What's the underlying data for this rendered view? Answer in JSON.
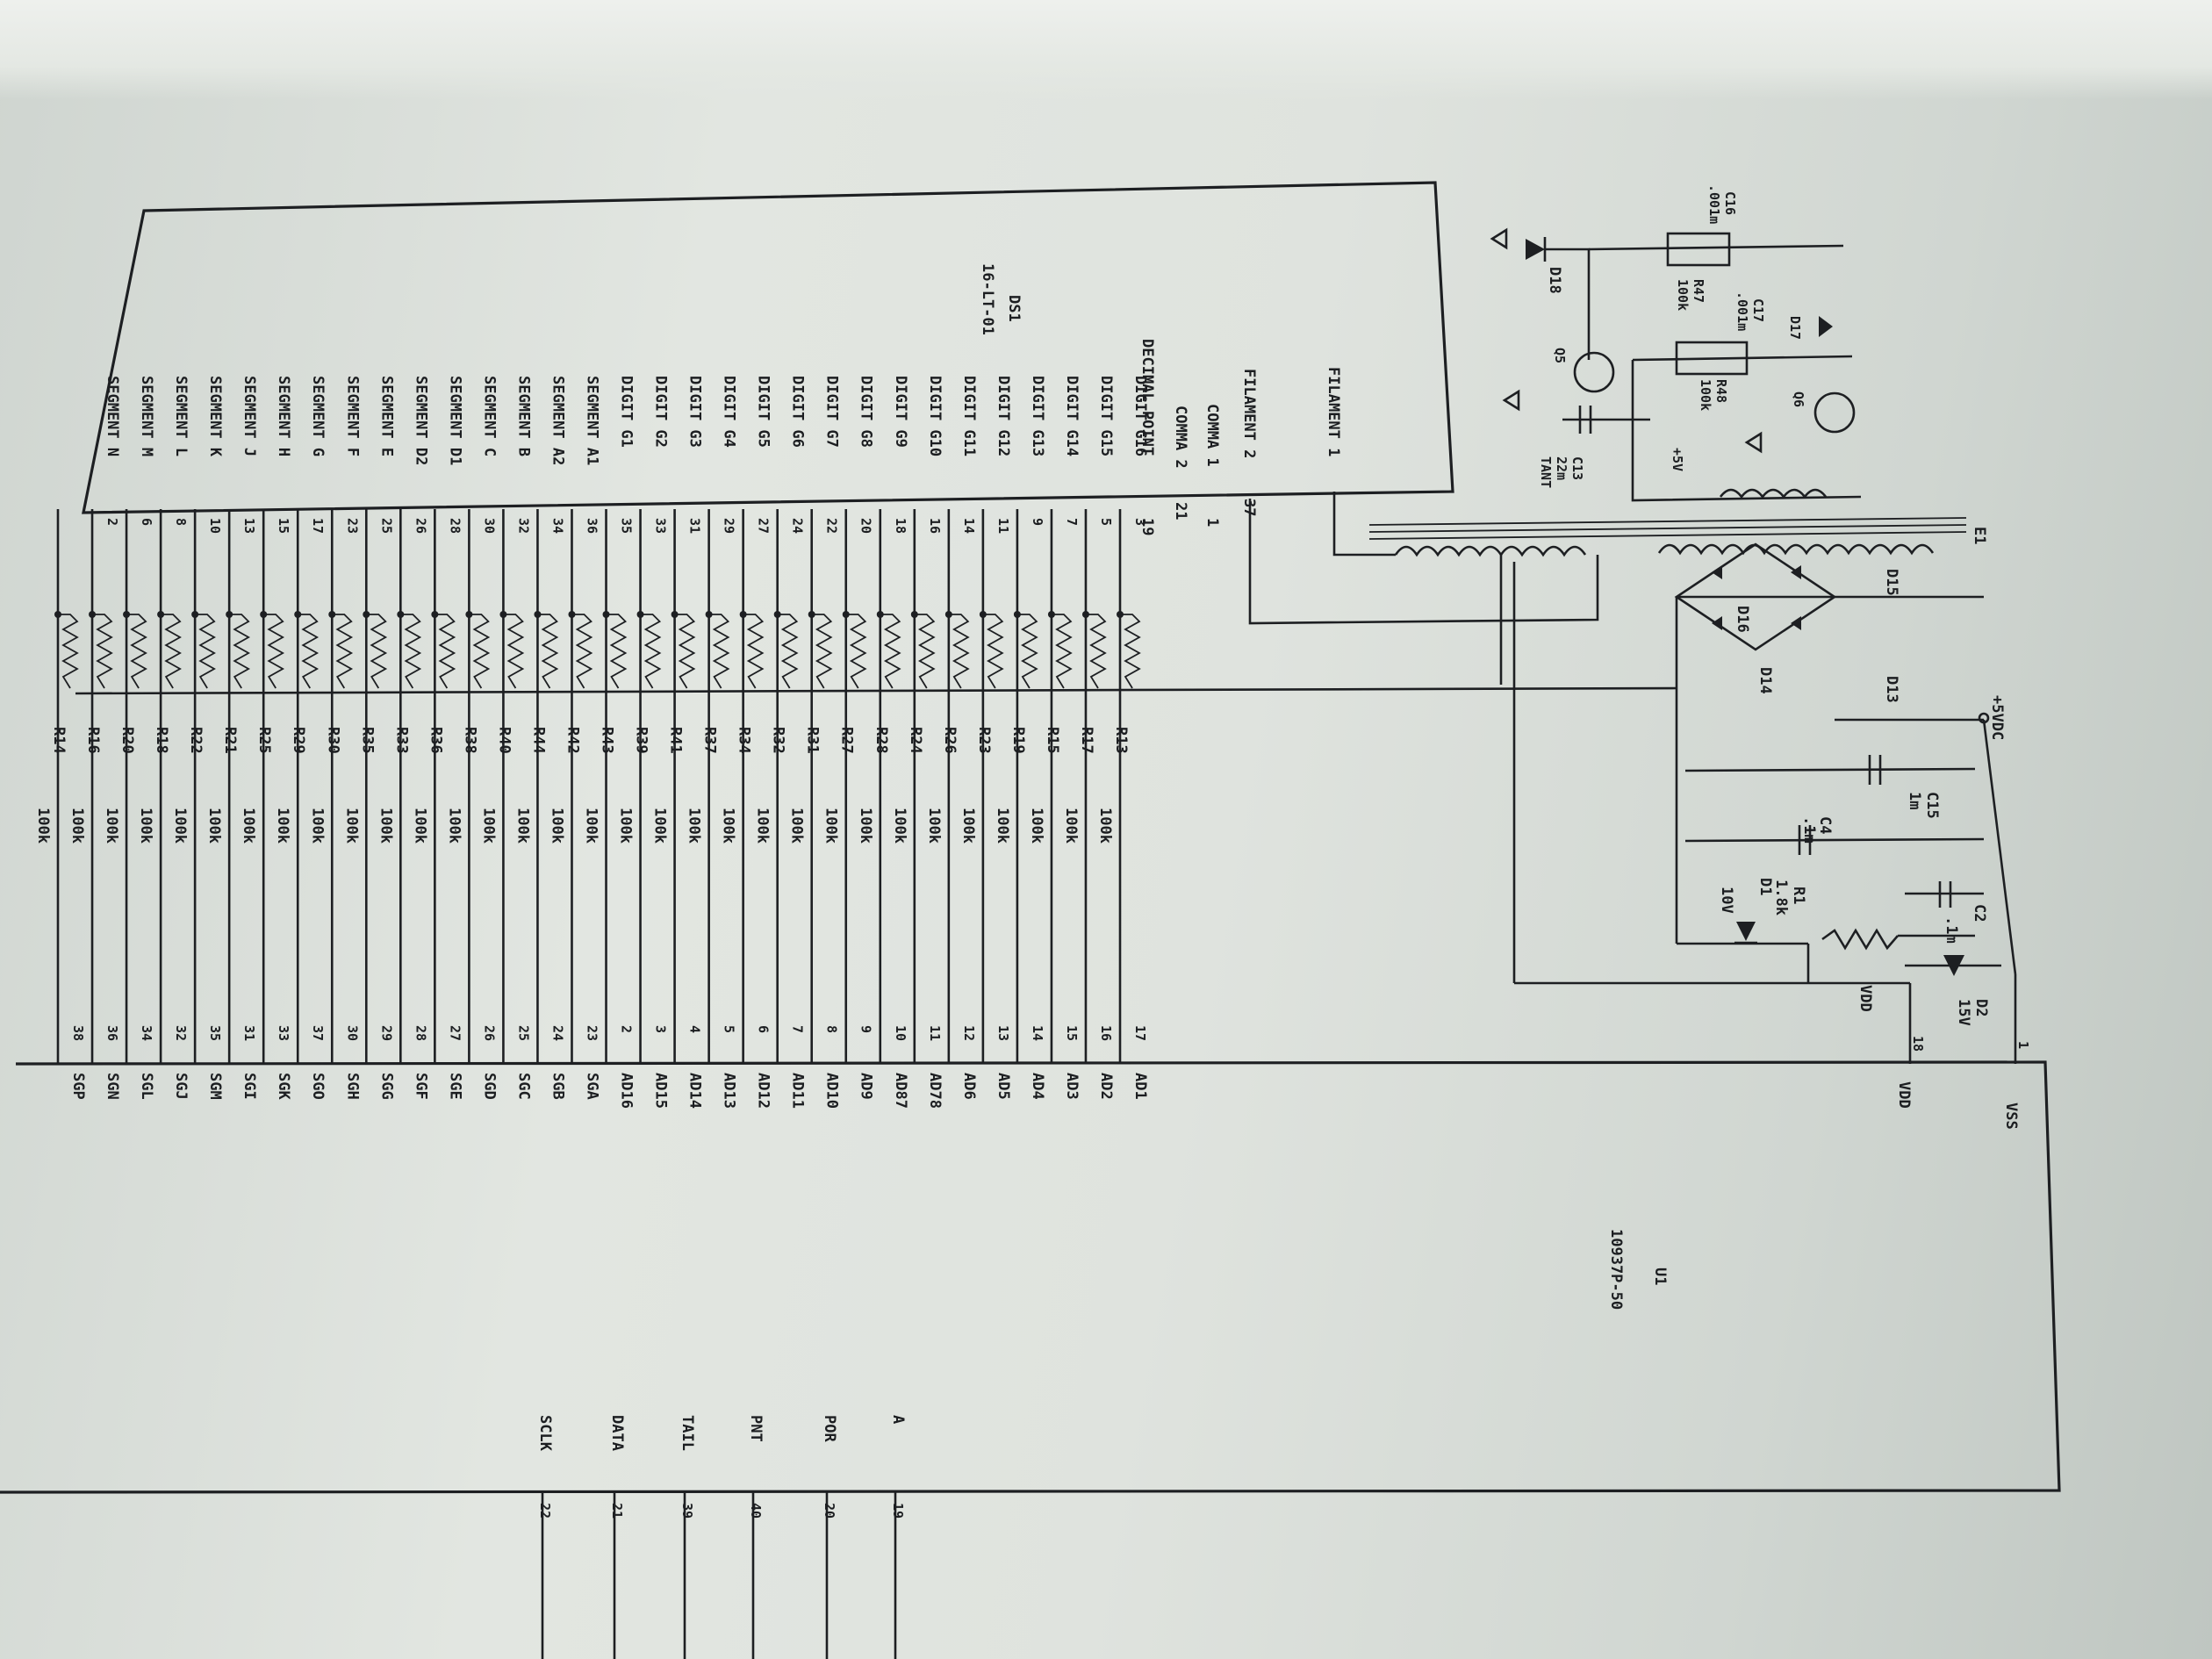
{
  "display": {
    "ref": "DS1",
    "part": "16-LT-01",
    "filaments": [
      {
        "name": "FILAMENT 1",
        "pin": ""
      },
      {
        "name": "FILAMENT 2",
        "pin": "37"
      },
      {
        "name": "COMMA 1",
        "pin": "1"
      },
      {
        "name": "COMMA 2",
        "pin": "21"
      },
      {
        "name": "DECIMAL POINT",
        "pin": "19"
      }
    ]
  },
  "rows": [
    {
      "signal": "DIGIT G16",
      "pin": "3",
      "res": "R13",
      "val": "100k",
      "u1_pin": "17",
      "u1_sig": "AD1"
    },
    {
      "signal": "DIGIT G15",
      "pin": "5",
      "res": "R17",
      "val": "100k",
      "u1_pin": "16",
      "u1_sig": "AD2"
    },
    {
      "signal": "DIGIT G14",
      "pin": "7",
      "res": "R15",
      "val": "100k",
      "u1_pin": "15",
      "u1_sig": "AD3"
    },
    {
      "signal": "DIGIT G13",
      "pin": "9",
      "res": "R19",
      "val": "100k",
      "u1_pin": "14",
      "u1_sig": "AD4"
    },
    {
      "signal": "DIGIT G12",
      "pin": "11",
      "res": "R23",
      "val": "100k",
      "u1_pin": "13",
      "u1_sig": "AD5"
    },
    {
      "signal": "DIGIT G11",
      "pin": "14",
      "res": "R26",
      "val": "100k",
      "u1_pin": "12",
      "u1_sig": "AD6"
    },
    {
      "signal": "DIGIT G10",
      "pin": "16",
      "res": "R24",
      "val": "100k",
      "u1_pin": "11",
      "u1_sig": "AD78"
    },
    {
      "signal": "DIGIT G9",
      "pin": "18",
      "res": "R28",
      "val": "100k",
      "u1_pin": "10",
      "u1_sig": "AD87"
    },
    {
      "signal": "DIGIT G8",
      "pin": "20",
      "res": "R27",
      "val": "100k",
      "u1_pin": "9",
      "u1_sig": "AD9"
    },
    {
      "signal": "DIGIT G7",
      "pin": "22",
      "res": "R31",
      "val": "100k",
      "u1_pin": "8",
      "u1_sig": "AD10"
    },
    {
      "signal": "DIGIT G6",
      "pin": "24",
      "res": "R32",
      "val": "100k",
      "u1_pin": "7",
      "u1_sig": "AD11"
    },
    {
      "signal": "DIGIT G5",
      "pin": "27",
      "res": "R34",
      "val": "100k",
      "u1_pin": "6",
      "u1_sig": "AD12"
    },
    {
      "signal": "DIGIT G4",
      "pin": "29",
      "res": "R37",
      "val": "100k",
      "u1_pin": "5",
      "u1_sig": "AD13"
    },
    {
      "signal": "DIGIT G3",
      "pin": "31",
      "res": "R41",
      "val": "100k",
      "u1_pin": "4",
      "u1_sig": "AD14"
    },
    {
      "signal": "DIGIT G2",
      "pin": "33",
      "res": "R39",
      "val": "100k",
      "u1_pin": "3",
      "u1_sig": "AD15"
    },
    {
      "signal": "DIGIT G1",
      "pin": "35",
      "res": "R43",
      "val": "100k",
      "u1_pin": "2",
      "u1_sig": "AD16"
    },
    {
      "signal": "SEGMENT A1",
      "pin": "36",
      "res": "R42",
      "val": "100k",
      "u1_pin": "23",
      "u1_sig": "SGA"
    },
    {
      "signal": "SEGMENT A2",
      "pin": "34",
      "res": "R44",
      "val": "100k",
      "u1_pin": "24",
      "u1_sig": "SGB"
    },
    {
      "signal": "SEGMENT B",
      "pin": "32",
      "res": "R40",
      "val": "100k",
      "u1_pin": "25",
      "u1_sig": "SGC"
    },
    {
      "signal": "SEGMENT C",
      "pin": "30",
      "res": "R38",
      "val": "100k",
      "u1_pin": "26",
      "u1_sig": "SGD"
    },
    {
      "signal": "SEGMENT D1",
      "pin": "28",
      "res": "R36",
      "val": "100k",
      "u1_pin": "27",
      "u1_sig": "SGE"
    },
    {
      "signal": "SEGMENT D2",
      "pin": "26",
      "res": "R33",
      "val": "100k",
      "u1_pin": "28",
      "u1_sig": "SGF"
    },
    {
      "signal": "SEGMENT E",
      "pin": "25",
      "res": "R35",
      "val": "100k",
      "u1_pin": "29",
      "u1_sig": "SGG"
    },
    {
      "signal": "SEGMENT F",
      "pin": "23",
      "res": "R30",
      "val": "100k",
      "u1_pin": "30",
      "u1_sig": "SGH"
    },
    {
      "signal": "SEGMENT G",
      "pin": "17",
      "res": "R29",
      "val": "100k",
      "u1_pin": "37",
      "u1_sig": "SGO"
    },
    {
      "signal": "SEGMENT H",
      "pin": "15",
      "res": "R25",
      "val": "100k",
      "u1_pin": "33",
      "u1_sig": "SGK"
    },
    {
      "signal": "SEGMENT J",
      "pin": "13",
      "res": "R21",
      "val": "100k",
      "u1_pin": "31",
      "u1_sig": "SGI"
    },
    {
      "signal": "SEGMENT K",
      "pin": "10",
      "res": "R22",
      "val": "100k",
      "u1_pin": "35",
      "u1_sig": "SGM"
    },
    {
      "signal": "SEGMENT L",
      "pin": "8",
      "res": "R18",
      "val": "100k",
      "u1_pin": "32",
      "u1_sig": "SGJ"
    },
    {
      "signal": "SEGMENT M",
      "pin": "6",
      "res": "R20",
      "val": "100k",
      "u1_pin": "34",
      "u1_sig": "SGL"
    },
    {
      "signal": "SEGMENT N",
      "pin": "2",
      "res": "R16",
      "val": "100k",
      "u1_pin": "36",
      "u1_sig": "SGN"
    },
    {
      "signal": "",
      "pin": "",
      "res": "R14",
      "val": "100k",
      "u1_pin": "38",
      "u1_sig": "SGP"
    }
  ],
  "u1": {
    "ref": "U1",
    "part": "10937P-50",
    "vss": {
      "name": "VSS",
      "pin": "1"
    },
    "vdd": {
      "name": "VDD",
      "pin": "18"
    },
    "bottom_pins": [
      {
        "name": "A",
        "pin": "19"
      },
      {
        "name": "POR",
        "pin": "20"
      },
      {
        "name": "PNT",
        "pin": "40"
      },
      {
        "name": "TAIL",
        "pin": "39"
      },
      {
        "name": "DATA",
        "pin": "21"
      },
      {
        "name": "SCLK",
        "pin": "22"
      }
    ]
  },
  "power": {
    "vdc": "+5VDC",
    "vdd": "VDD",
    "c15": {
      "ref": "C15",
      "val": "1m"
    },
    "c4": {
      "ref": "C4",
      "val": ".1m"
    },
    "r1": {
      "ref": "R1",
      "val": "1.8k"
    },
    "d1": {
      "ref": "D1",
      "val": "10V"
    },
    "c2": {
      "ref": "C2",
      "val": ".1m"
    },
    "d2": {
      "ref": "D2",
      "val": "15V"
    },
    "bridge": [
      "D13",
      "D14",
      "D15",
      "D16"
    ],
    "transformer": "E1"
  },
  "oscillator": {
    "d18": "D18",
    "c16": {
      "ref": "C16",
      "val": ".001m"
    },
    "r47": {
      "ref": "R47",
      "val": "100k"
    },
    "d17": "D17",
    "c17": {
      "ref": "C17",
      "val": ".001m"
    },
    "r48": {
      "ref": "R48",
      "val": "100k"
    },
    "q5": "Q5",
    "q6": "Q6",
    "c13": {
      "ref": "C13",
      "val": "22m",
      "type": "TANT"
    },
    "supply": "+5V"
  }
}
